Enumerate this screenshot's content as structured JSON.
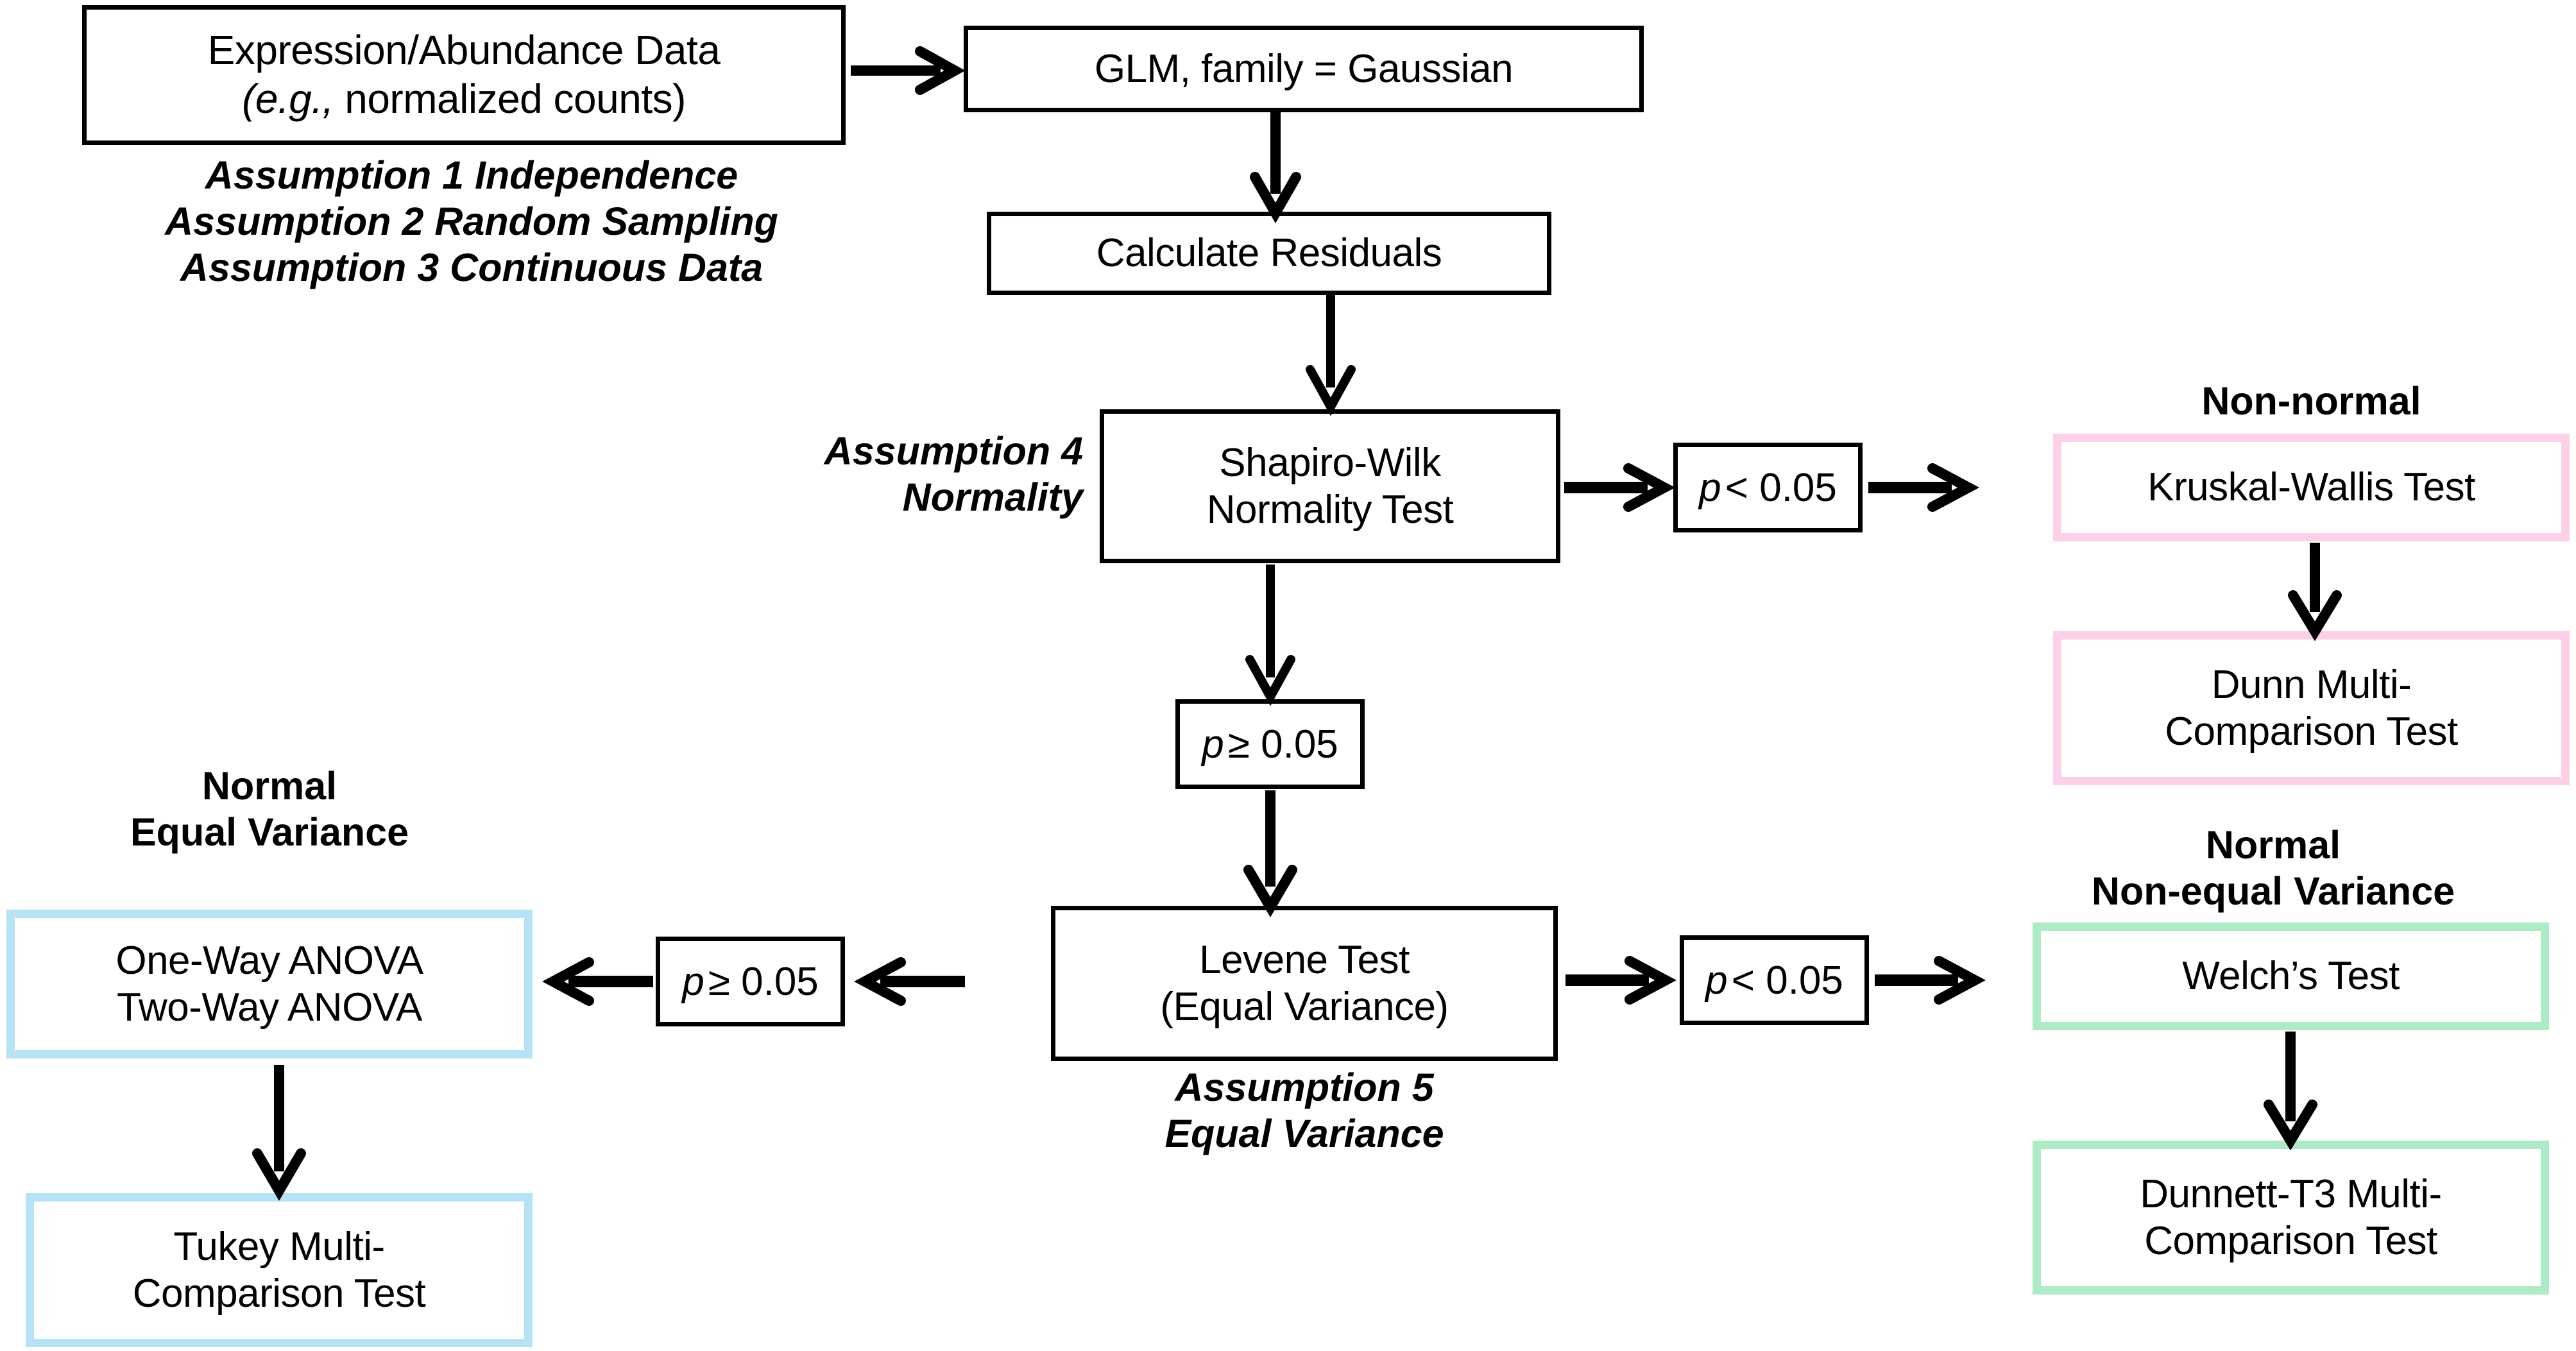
{
  "diagram": {
    "title": "Statistical test selection flowchart for expression/abundance data",
    "colors": {
      "stroke": "#000000",
      "pink": "#FBD0E8",
      "blue": "#B5E3F5",
      "green": "#ADEBC7",
      "background": "#FFFFFF"
    }
  },
  "nodes": {
    "input_data": "Expression/Abundance Data\n(e.g., normalized counts)",
    "glm": "GLM, family = Gaussian",
    "residuals": "Calculate Residuals",
    "shapiro": "Shapiro-Wilk\nNormality Test",
    "levene": "Levene Test\n(Equal Variance)",
    "kruskal": "Kruskal-Wallis Test",
    "dunn": "Dunn Multi-\nComparison Test",
    "anova": "One-Way ANOVA\nTwo-Way ANOVA",
    "tukey": "Tukey Multi-\nComparison Test",
    "welch": "Welch’s Test",
    "dunnett": "Dunnett-T3 Multi-\nComparison Test"
  },
  "decisions": {
    "p_lt_shapiro": {
      "var": "p",
      "rest": "< 0.05"
    },
    "p_ge_shapiro": {
      "var": "p",
      "rest": "≥ 0.05"
    },
    "p_ge_levene": {
      "var": "p",
      "rest": "≥ 0.05"
    },
    "p_lt_levene": {
      "var": "p",
      "rest": "< 0.05"
    }
  },
  "labels": {
    "assumptions_123": "Assumption 1 Independence\nAssumption 2 Random Sampling\nAssumption 3 Continuous Data",
    "assumption_4": "Assumption 4\nNormality",
    "assumption_5": "Assumption 5\nEqual Variance",
    "non_normal": "Non-normal",
    "normal_equal_variance": "Normal\nEqual Variance",
    "normal_non_equal_variance": "Normal\nNon-equal Variance"
  }
}
